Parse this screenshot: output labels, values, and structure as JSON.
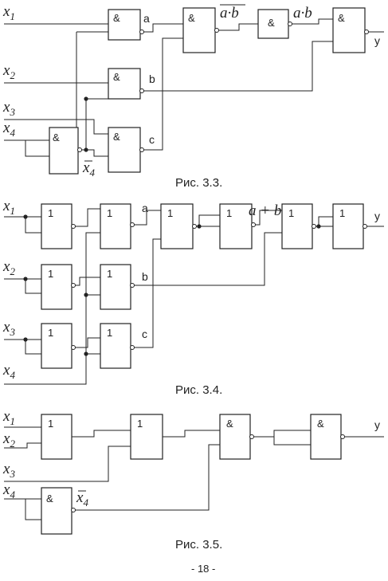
{
  "figures": [
    {
      "caption": "Рис. 3.3.",
      "inputs": [
        {
          "base": "x",
          "sub": "1"
        },
        {
          "base": "x",
          "sub": "2"
        },
        {
          "base": "x",
          "sub": "3"
        },
        {
          "base": "x",
          "sub": "4"
        }
      ],
      "gate_symbols": [
        "&",
        "&",
        "&",
        "&",
        "&",
        "&",
        "&"
      ],
      "signal_labels": [
        "a",
        "b",
        "c"
      ],
      "expressions": [
        "a·b",
        "a·b"
      ],
      "inverted_input": {
        "base": "x",
        "sub": "4"
      },
      "output": "y"
    },
    {
      "caption": "Рис. 3.4.",
      "inputs": [
        {
          "base": "x",
          "sub": "1"
        },
        {
          "base": "x",
          "sub": "2"
        },
        {
          "base": "x",
          "sub": "3"
        },
        {
          "base": "x",
          "sub": "4"
        }
      ],
      "gate_symbols": [
        "1",
        "1",
        "1",
        "1",
        "1",
        "1",
        "1",
        "1",
        "1",
        "1"
      ],
      "signal_labels": [
        "a",
        "b",
        "c"
      ],
      "expressions": [
        "a + b"
      ],
      "output": "y"
    },
    {
      "caption": "Рис. 3.5.",
      "inputs": [
        {
          "base": "x",
          "sub": "1"
        },
        {
          "base": "x",
          "sub": "2"
        },
        {
          "base": "x",
          "sub": "3"
        },
        {
          "base": "x",
          "sub": "4"
        }
      ],
      "gate_symbols": [
        "1",
        "1",
        "&",
        "&",
        "&"
      ],
      "inverted_input": {
        "base": "x",
        "sub": "4"
      },
      "output": "y"
    }
  ],
  "page_number": "- 18 -"
}
